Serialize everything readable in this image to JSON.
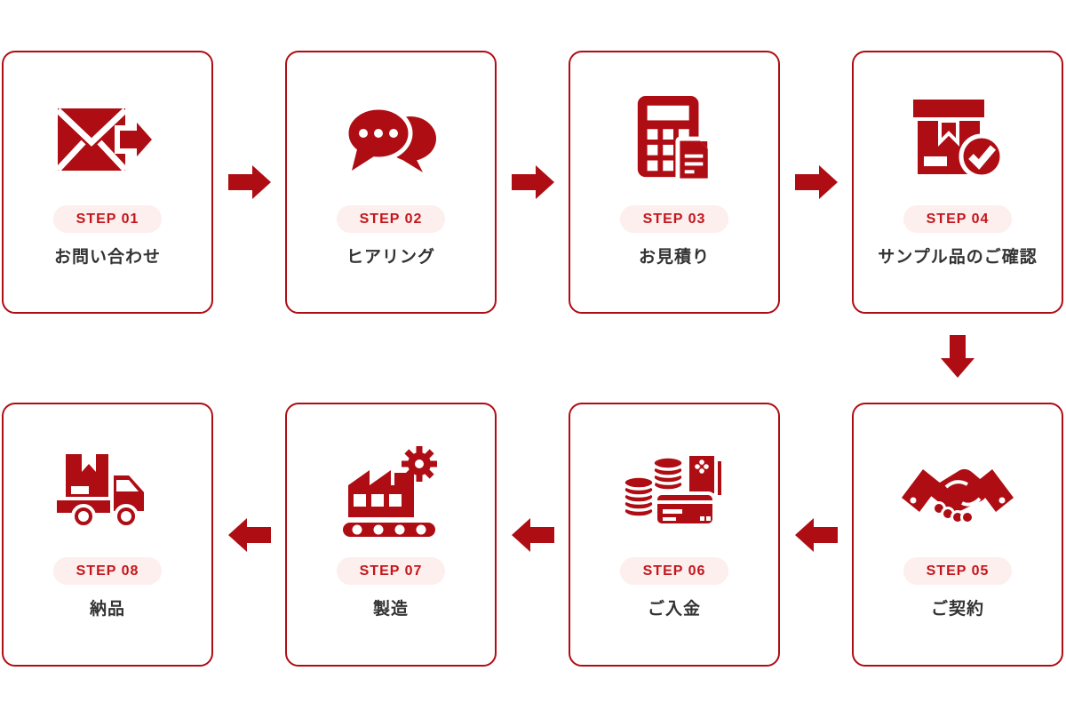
{
  "palette": {
    "red": "#AF0D14",
    "badge_bg": "#FCEFED",
    "badge_text": "#C3161C",
    "label_text": "#333333",
    "bg": "#FFFFFF"
  },
  "steps": [
    {
      "badge": "STEP 01",
      "label": "お問い合わせ",
      "icon": "mail-send-icon"
    },
    {
      "badge": "STEP 02",
      "label": "ヒアリング",
      "icon": "chat-icon"
    },
    {
      "badge": "STEP 03",
      "label": "お見積り",
      "icon": "calculator-quote-icon"
    },
    {
      "badge": "STEP 04",
      "label": "サンプル品のご確認",
      "icon": "package-check-icon"
    },
    {
      "badge": "STEP 05",
      "label": "ご契約",
      "icon": "handshake-icon"
    },
    {
      "badge": "STEP 06",
      "label": "ご入金",
      "icon": "payment-icon"
    },
    {
      "badge": "STEP 07",
      "label": "製造",
      "icon": "factory-icon"
    },
    {
      "badge": "STEP 08",
      "label": "納品",
      "icon": "delivery-truck-icon"
    }
  ]
}
